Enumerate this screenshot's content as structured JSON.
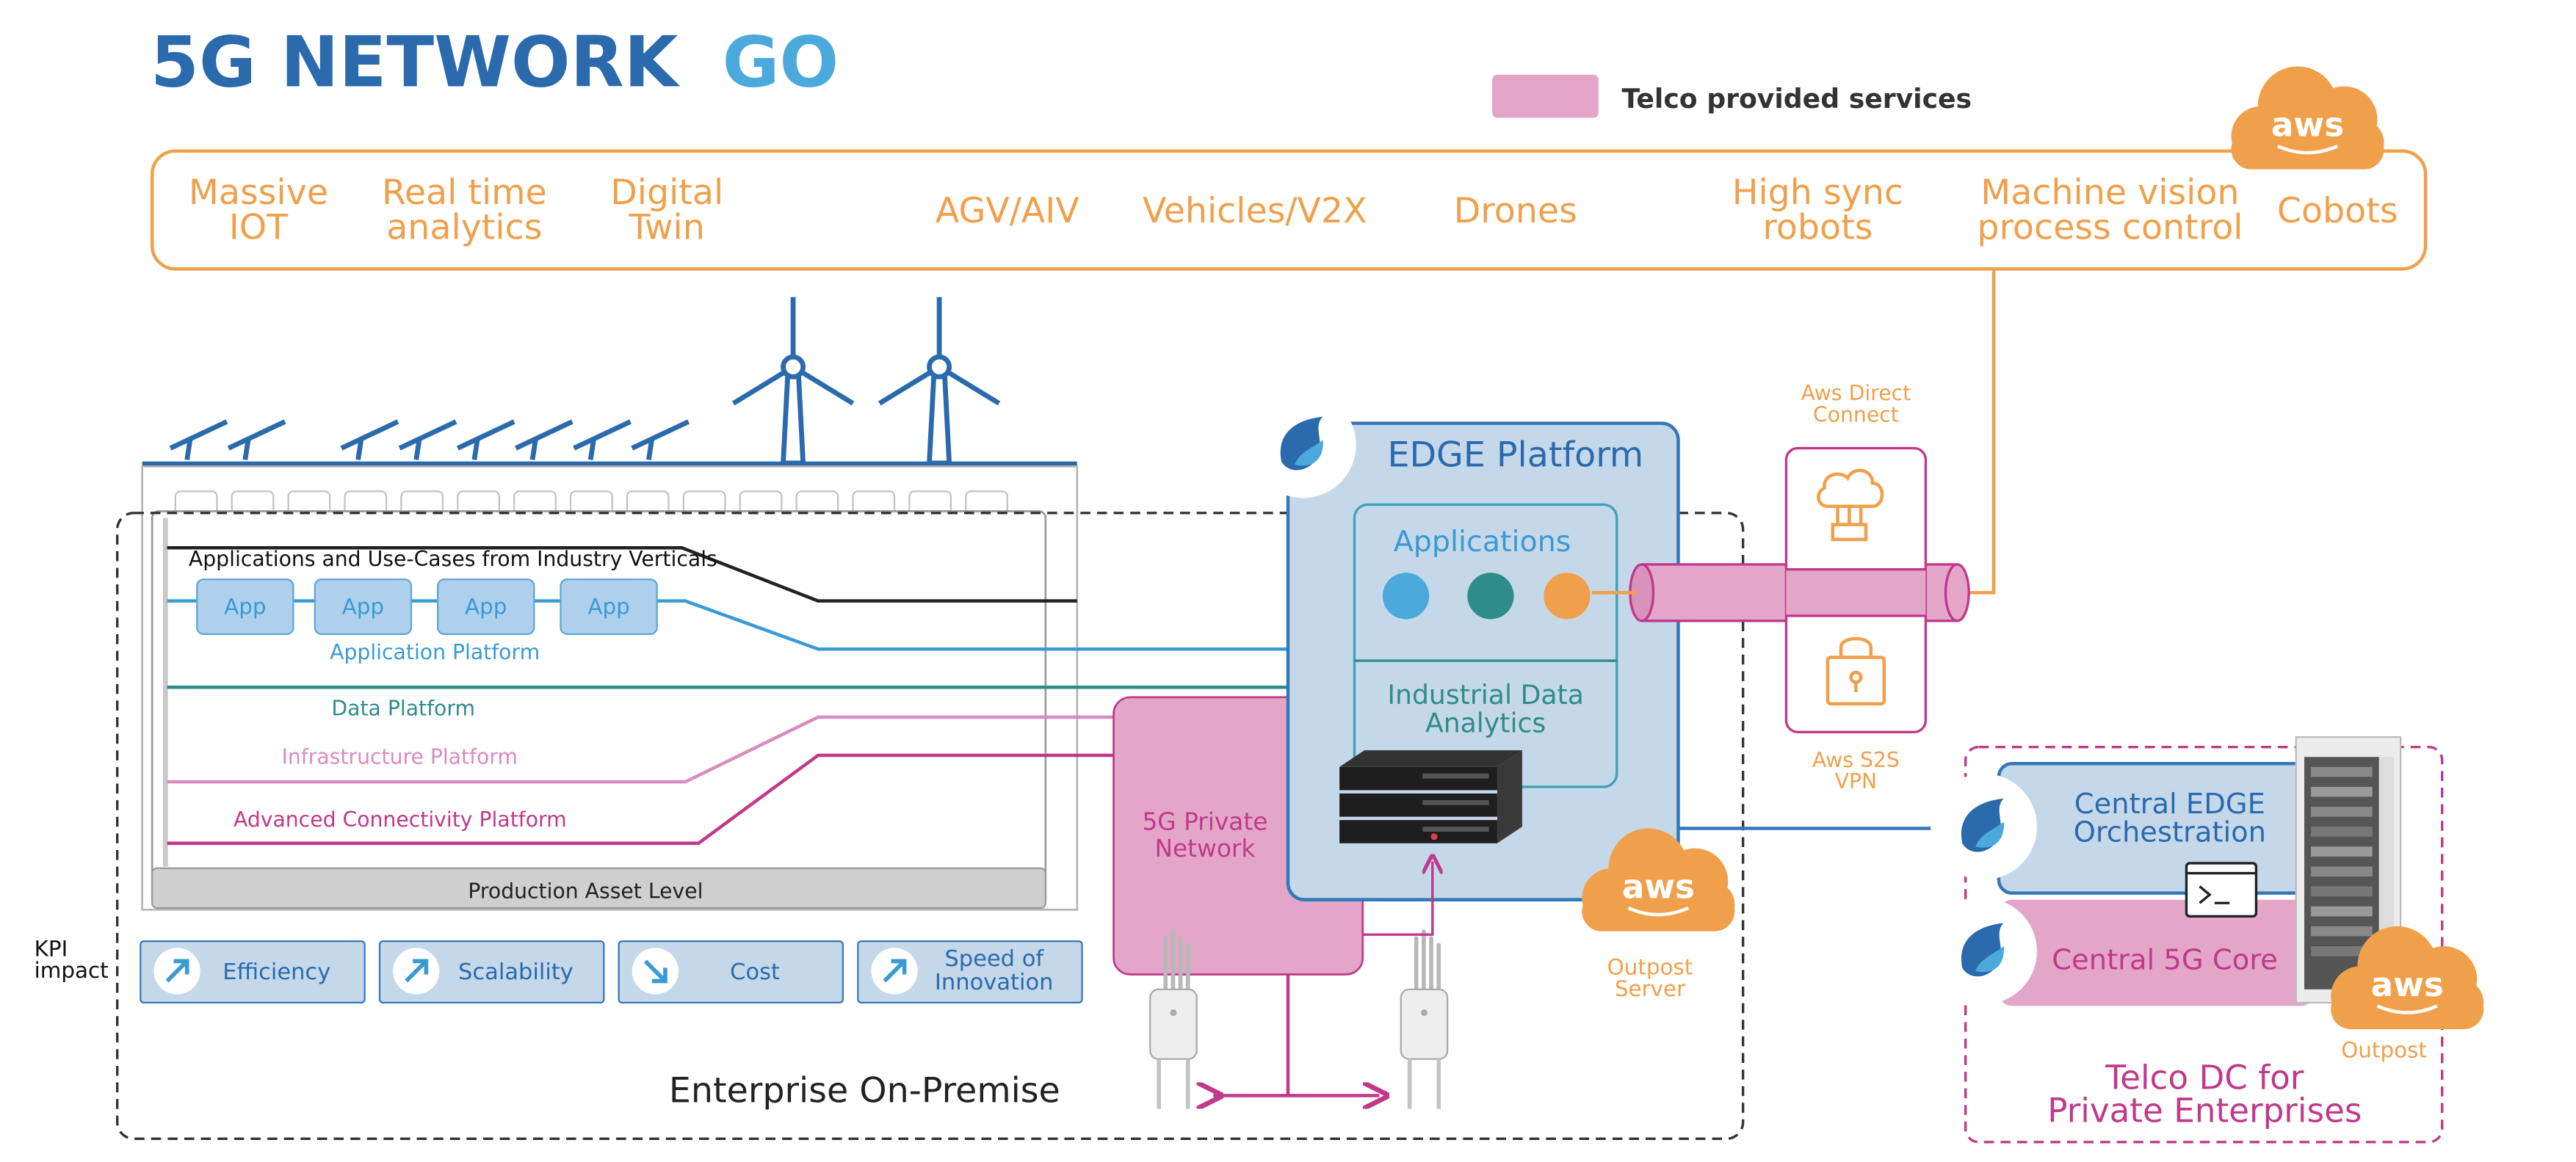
{
  "title": {
    "part1": "5G NETWORK",
    "part2": "GO"
  },
  "legend": {
    "label": "Telco provided services"
  },
  "logos": {
    "aws": "aws"
  },
  "use_cases": [
    {
      "lines": [
        "Massive",
        "IOT"
      ]
    },
    {
      "lines": [
        "Real time",
        "analytics"
      ]
    },
    {
      "lines": [
        "Digital",
        "Twin"
      ]
    },
    {
      "lines": [
        "AGV/AIV"
      ]
    },
    {
      "lines": [
        "Vehicles/V2X"
      ]
    },
    {
      "lines": [
        "Drones"
      ]
    },
    {
      "lines": [
        "High sync",
        "robots"
      ]
    },
    {
      "lines": [
        "Machine vision",
        "process control"
      ]
    },
    {
      "lines": [
        "Cobots"
      ]
    }
  ],
  "enterprise": {
    "verticals": "Applications and Use-Cases from Industry Verticals",
    "apps": [
      "App",
      "App",
      "App",
      "App"
    ],
    "application_platform": "Application Platform",
    "data_platform": "Data Platform",
    "infrastructure_platform": "Infrastructure Platform",
    "connectivity_platform": "Advanced Connectivity Platform",
    "production_level": "Production Asset Level",
    "label": "Enterprise On-Premise"
  },
  "kpi": {
    "label_lines": [
      "KPI",
      "impact"
    ],
    "items": [
      {
        "lines": [
          "Efficiency"
        ],
        "direction": "up"
      },
      {
        "lines": [
          "Scalability"
        ],
        "direction": "up"
      },
      {
        "lines": [
          "Cost"
        ],
        "direction": "down"
      },
      {
        "lines": [
          "Speed of",
          "Innovation"
        ],
        "direction": "up"
      }
    ]
  },
  "edge": {
    "title": "EDGE Platform",
    "applications": "Applications",
    "analytics_lines": [
      "Industrial Data",
      "Analytics"
    ],
    "dot_colors": [
      "#4ba9dc",
      "#2e8c8a",
      "#f0a04b"
    ]
  },
  "private_network": {
    "lines": [
      "5G Private",
      "Network"
    ]
  },
  "outpost_server": {
    "lines": [
      "Outpost",
      "Server"
    ]
  },
  "aws_direct": {
    "lines": [
      "Aws Direct",
      "Connect"
    ]
  },
  "aws_vpn": {
    "lines": [
      "Aws S2S",
      "VPN"
    ]
  },
  "telco": {
    "orchestration_lines": [
      "Central EDGE",
      "Orchestration"
    ],
    "core": "Central 5G Core",
    "outpost": "Outpost",
    "dc_lines": [
      "Telco DC for",
      "Private Enterprises"
    ]
  },
  "colors": {
    "title_dark": "#2a6aad",
    "title_light": "#4ba9dc",
    "orange": "#f0a04b",
    "pink_fill": "#e3a6c8",
    "magenta": "#c0398a",
    "edge_fill": "#c5d8ea",
    "edge_stroke": "#3478b6",
    "teal": "#2e8c8a",
    "app_blue": "#3a9ad4",
    "pink_line": "#d98cc0"
  }
}
